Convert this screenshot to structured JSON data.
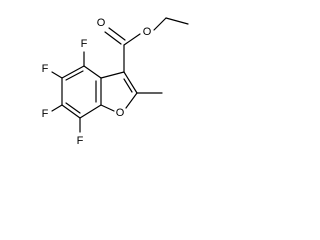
{
  "molecule": {
    "atoms": {
      "F4": "F",
      "F5": "F",
      "F6": "F",
      "F7": "F",
      "O1": "O",
      "O_carbonyl": "O",
      "O_ester": "O"
    },
    "colors": {
      "bond": "#000000",
      "label": "#000000",
      "background": "#ffffff"
    }
  }
}
